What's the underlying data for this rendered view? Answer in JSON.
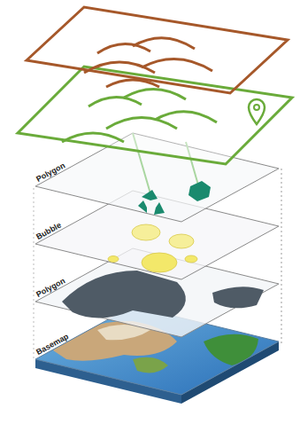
{
  "diagram": {
    "labels": [
      "Polygon",
      "Bubble",
      "Polygon",
      "Basemap"
    ]
  }
}
